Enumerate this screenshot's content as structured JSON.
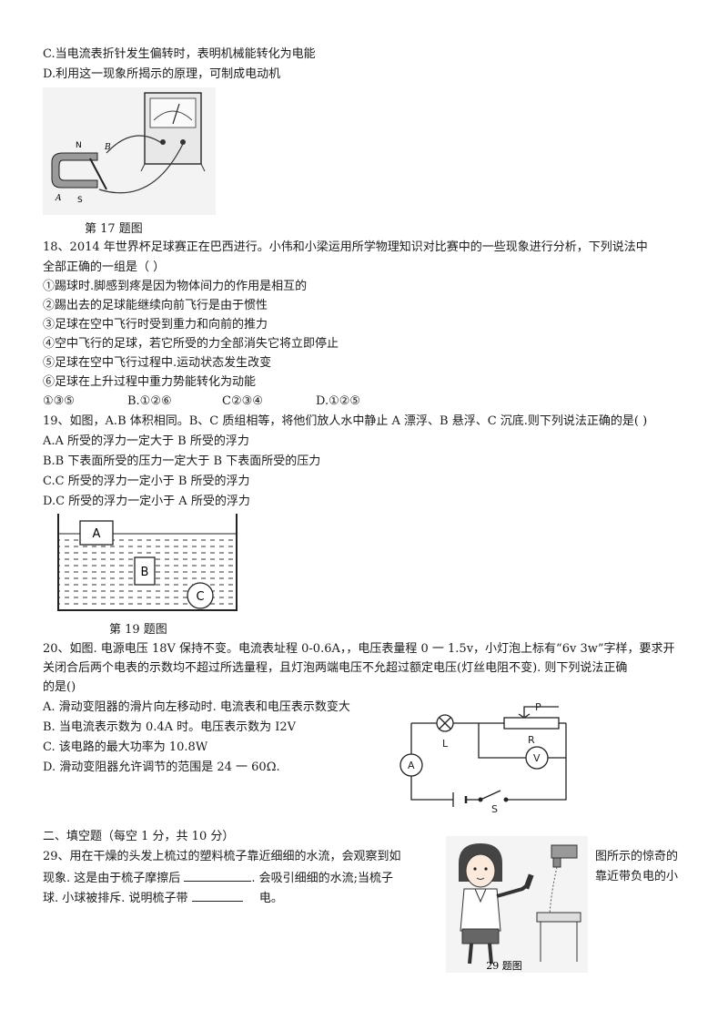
{
  "q17": {
    "option_c": "C.当电流表折针发生偏转时，表明机械能转化为电能",
    "option_d": "D.利用这一现象所揭示的原理，可制成电动机",
    "figure_caption": "第 17 题图",
    "figure_labels": {
      "n": "N",
      "b": "B",
      "a": "A",
      "s": "S"
    }
  },
  "q18": {
    "stem_line1": "18、2014 年世界杯足球赛正在巴西进行。小伟和小梁运用所学物理知识对比赛中的一些现象进行分析，下列说法中",
    "stem_line2": "全部正确的一组是（        ）",
    "items": [
      "①踢球时.脚感到疼是因为物体间力的作用是相互的",
      "②踢出去的足球能继续向前飞行是由于惯性",
      "③足球在空中飞行时受到重力和向前的推力",
      "④空中飞行的足球，若它所受的力全部消失它将立即停止",
      "⑤足球在空中飞行过程中.运动状态发生改变",
      "⑥足球在上升过程中重力势能转化为动能"
    ],
    "choices": {
      "a": "①③⑤",
      "b": "B.①②⑥",
      "c": "C②③④",
      "d": "D.①②⑤"
    }
  },
  "q19": {
    "stem": "19、如图，A.B 体积相同。B、C 质组相等，将他们放人水中静止 A 漂浮、B 悬浮、C 沉底.则下列说法正确的是(          )",
    "options": [
      "A.A 所受的浮力一定大于 B 所受的浮力",
      "B.B 下表面所受的压力一定大于 B 下表面所受的压力",
      "C.C 所受的浮力一定小于 B 所受的浮力",
      "D.C 所受的浮力一定小于 A 所受的浮力"
    ],
    "figure_labels": {
      "a": "A",
      "b": "B",
      "c": "C"
    },
    "figure_caption": "第 19 题图"
  },
  "q20": {
    "stem_line1": "20、如图. 电源电压 18V 保持不变。电流表址程 0-0.6A，，电压表量程 0 一 1.5v，小灯泡上标有“6v  3w”字样，要求开",
    "stem_line2": "关闭合后两个电表的示数均不超过所选量程，且灯泡两端电压不允超过额定电压(灯丝电阻不变). 则下列说法正确",
    "stem_line3": "的是()",
    "options": [
      "A. 滑动变阻器的滑片向左移动时. 电流表和电压表示数变大",
      "B. 当电流表示数为 0.4A 时。电压表示数为 I2V",
      "C. 该电路的最大功率为 10.8W",
      "D. 滑动变阻器允许调节的范围是 24 一 60Ω."
    ],
    "circuit_labels": {
      "p": "P",
      "r": "R",
      "l": "L",
      "ammeter": "A",
      "voltmeter": "V",
      "switch": "S"
    }
  },
  "section2": {
    "title": "二、填空题（每空 1 分，共 10 分）"
  },
  "q29": {
    "line1_left": "29、用在干燥的头发上梳过的塑料梳子靠近细细的水流，会观察到如",
    "line1_right": "图所示的惊奇的",
    "line2_left": "现象. 这是由于梳子摩擦后",
    "line2_mid": ". 会吸引细细的水流;当梳子",
    "line2_right": "靠近带负电的小",
    "line3_left": "球. 小球被排斥. 说明梳子带",
    "line3_end": "电。",
    "figure_caption": "29 题图"
  }
}
